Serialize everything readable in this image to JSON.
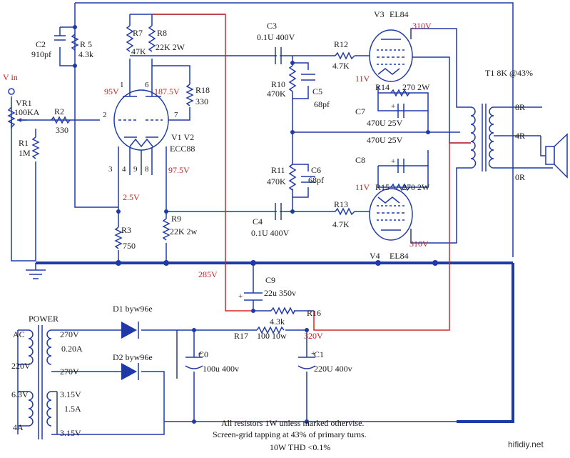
{
  "input": {
    "label": "V in",
    "vr1_name": "VR1",
    "vr1_value": "100KA",
    "r1_name": "R1",
    "r1_value": "1M",
    "r2_name": "R2",
    "r2_value": "330"
  },
  "c2": {
    "name": "C2",
    "value": "910pf"
  },
  "r5": {
    "name": "R 5",
    "value": "4.3k"
  },
  "r7": {
    "name": "R7",
    "value": "47K"
  },
  "r8": {
    "name": "R8",
    "value": "22K 2W"
  },
  "r18": {
    "name": "R18",
    "value": "330"
  },
  "r3": {
    "name": "R3",
    "value": "750"
  },
  "r9": {
    "name": "R9",
    "value": "22K 2w"
  },
  "v1": {
    "name": "V1 V2",
    "type": "ECC88",
    "pins": [
      "1",
      "6",
      "2",
      "7",
      "3",
      "4",
      "9",
      "8"
    ]
  },
  "voltages": {
    "v1_plate1": "95V",
    "v1_plate2": "187.5V",
    "v1_cathode": "97.5V",
    "v1_k1": "2.5V",
    "b_plus": "285V",
    "v3_plate": "310V",
    "v4_plate": "310V",
    "v3_screen": "11V",
    "v4_screen": "11V",
    "rail": "320V"
  },
  "c3": {
    "name": "C3",
    "value": "0.1U 400V"
  },
  "c4": {
    "name": "C4",
    "value": "0.1U 400V"
  },
  "r10": {
    "name": "R10",
    "value": "470K"
  },
  "c5": {
    "name": "C5",
    "value": "68pf"
  },
  "r11": {
    "name": "R11",
    "value": "470K"
  },
  "c6": {
    "name": "C6",
    "value": "68pf"
  },
  "r12": {
    "name": "R12",
    "value": "4.7K"
  },
  "r13": {
    "name": "R13",
    "value": "4.7K"
  },
  "r14": {
    "name": "R14",
    "value": "270  2W"
  },
  "r15": {
    "name": "R15",
    "value": "270  2W"
  },
  "c7": {
    "name": "C7",
    "value": "470U 25V"
  },
  "c8": {
    "name": "C8",
    "value": "470U 25V"
  },
  "v3": {
    "name": "V3",
    "type": "EL84"
  },
  "v4": {
    "name": "V4",
    "type": "EL84"
  },
  "t1": {
    "label": "T1 8K @43%",
    "taps": [
      "8R",
      "4R",
      "0R"
    ]
  },
  "c9": {
    "name": "C9",
    "value": "22u 350v"
  },
  "r16": {
    "name": "R16",
    "value": "4.3k"
  },
  "r17": {
    "name": "R17",
    "value": "100  10w"
  },
  "c0": {
    "name": "C0",
    "value": "100u 400v"
  },
  "c1": {
    "name": "C1",
    "value": "220U 400v"
  },
  "power": {
    "title": "POWER",
    "ac": "AC",
    "mains": "220V",
    "mains2": "6.3V",
    "amps": "4A",
    "hv1": "270V",
    "hv_current": "0.20A",
    "hv2": "270V",
    "lv1": "3.15V",
    "lv_current": "1.5A",
    "lv2": "3.15V"
  },
  "d1": {
    "name": "D1 byw96e"
  },
  "d2": {
    "name": "D2 byw96e"
  },
  "notes": [
    "All resistors 1W unless marked othervise.",
    "Screen-grid tapping at 43% of primary turns.",
    "10W THD <0.1%"
  ],
  "watermark": "hifidiy.net",
  "colors": {
    "wire": "#1f3aa8",
    "b_plus": "#d12a2a",
    "label": "#1a1a1a",
    "voltage": "#c02525"
  }
}
